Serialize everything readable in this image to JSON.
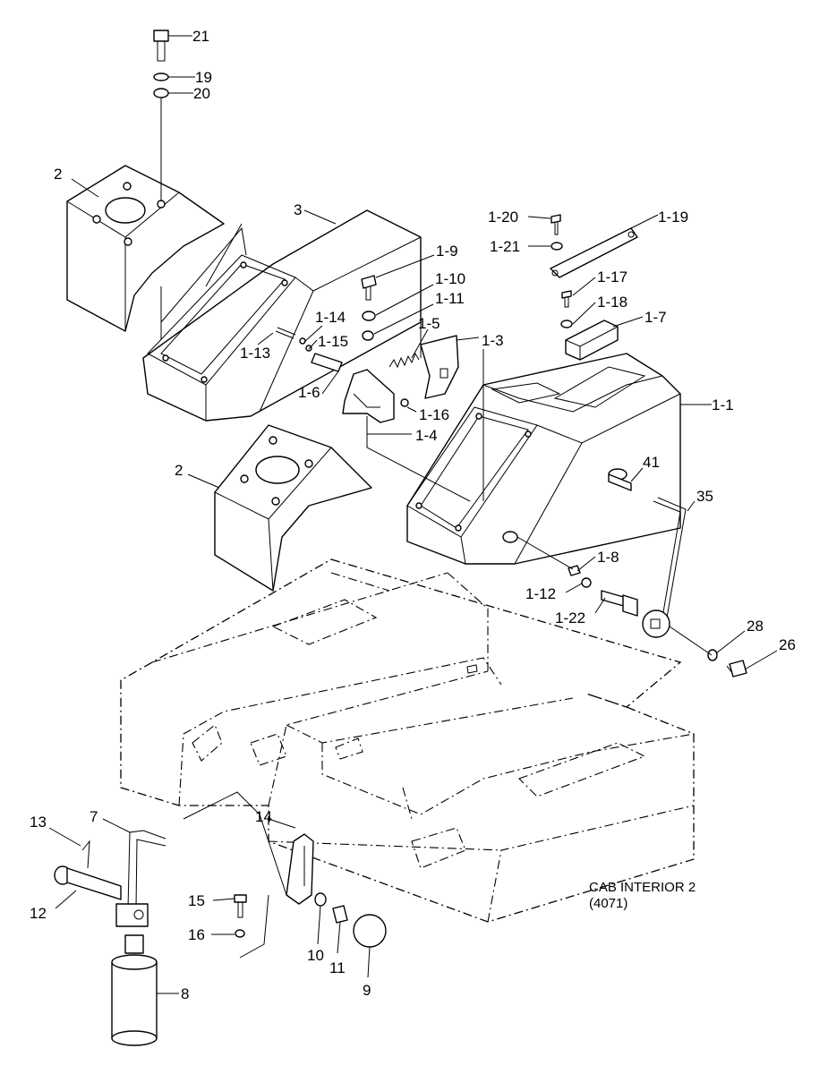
{
  "diagram": {
    "caption_title": "CAB INTERIOR 2",
    "caption_code": "(4071)",
    "callouts": [
      "21",
      "19",
      "20",
      "2",
      "3",
      "1-9",
      "1-10",
      "1-11",
      "1-5",
      "1-14",
      "1-15",
      "1-13",
      "1-3",
      "1-6",
      "1-16",
      "1-4",
      "2",
      "1-20",
      "1-19",
      "1-21",
      "1-17",
      "1-18",
      "1-7",
      "1-1",
      "41",
      "35",
      "1-8",
      "1-12",
      "1-22",
      "28",
      "26",
      "13",
      "7",
      "14",
      "12",
      "15",
      "16",
      "10",
      "11",
      "9",
      "8"
    ]
  }
}
